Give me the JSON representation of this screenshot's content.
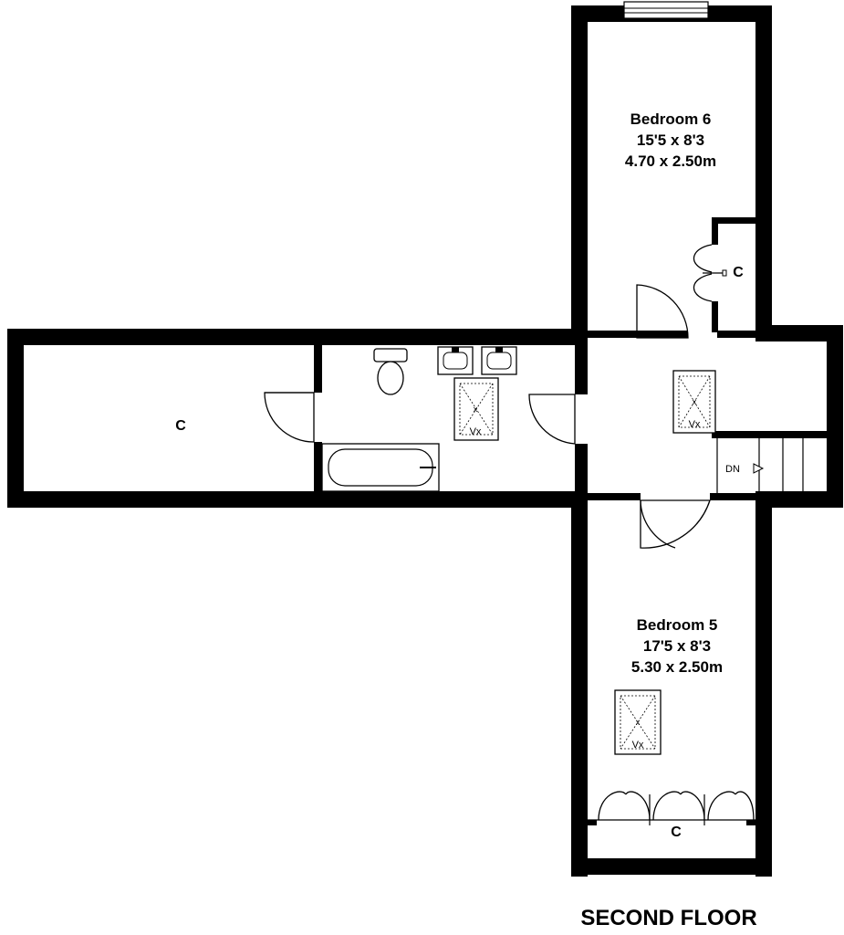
{
  "floor_title": "SECOND FLOOR",
  "rooms": {
    "bedroom6": {
      "name": "Bedroom 6",
      "imperial": "15'5 x 8'3",
      "metric": "4.70 x 2.50m"
    },
    "bedroom5": {
      "name": "Bedroom 5",
      "imperial": "17'5 x 8'3",
      "metric": "5.30 x 2.50m"
    }
  },
  "cupboard_label": "C",
  "skylight_label": "Vx",
  "skylight_mark": "x",
  "stairs_label": "DN"
}
